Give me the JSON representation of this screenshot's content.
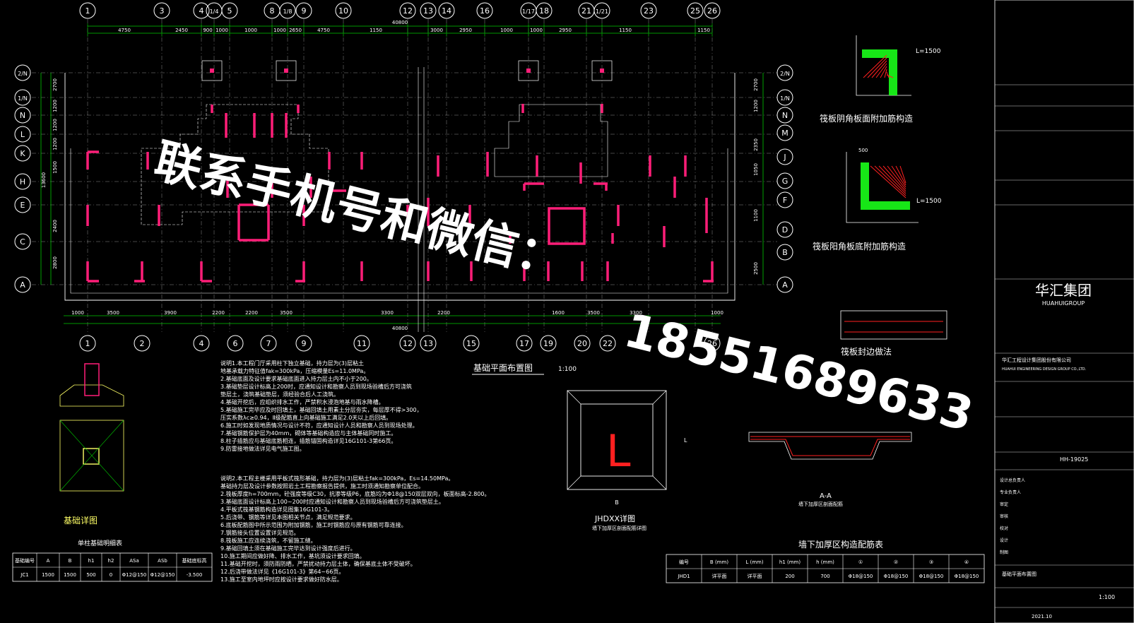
{
  "colors": {
    "background": "#000000",
    "grid_line": "#ffffff",
    "dimension": "#00c800",
    "column": "#ff1e78",
    "hatch_green": "#19ff19",
    "hatch_red": "#ff2020",
    "watermark": "#ffffff",
    "title_block": "#cfcfcf",
    "annotation": "#ffff66"
  },
  "top_axes": [
    "1",
    "3",
    "4",
    "1/4",
    "5",
    "8",
    "1/8",
    "9",
    "10",
    "12",
    "13",
    "14",
    "16",
    "1/17",
    "18",
    "21",
    "1/21",
    "23",
    "25",
    "26"
  ],
  "bottom_axes": [
    "1",
    "2",
    "4",
    "6",
    "7",
    "9",
    "11",
    "12",
    "13",
    "15",
    "17",
    "19",
    "20",
    "22",
    "26"
  ],
  "left_axes": [
    "2/N",
    "1/N",
    "N",
    "L",
    "K",
    "H",
    "E",
    "C",
    "A"
  ],
  "right_axes": [
    "2/N",
    "1/N",
    "N",
    "M",
    "J",
    "G",
    "F",
    "D",
    "B",
    "A"
  ],
  "top_dims": [
    "4750",
    "2450",
    "900",
    "1000",
    "1000",
    "1000",
    "2650",
    "4750",
    "1150",
    "3000",
    "2950",
    "1000",
    "1000",
    "2950",
    "1150",
    "1150"
  ],
  "top_total": "40800",
  "bottom_dims": [
    "1000",
    "3500",
    "3900",
    "2200",
    "2200",
    "3500",
    "3300",
    "2200",
    "1600",
    "3500",
    "3300",
    "1000"
  ],
  "bottom_total": "40800",
  "left_dims": [
    "2700",
    "1200",
    "1200",
    "1200",
    "1500",
    "2400",
    "2800"
  ],
  "left_total": "13600",
  "right_dims": [
    "2700",
    "1200",
    "2350",
    "1050",
    "1100",
    "2500"
  ],
  "main_plan_title": "基础平面布置图",
  "main_plan_scale": "1:100",
  "watermark_line1": "联系手机号和微信：",
  "watermark_phone": "18551689633",
  "detail_raft_neg": "筏板阴角板面附加筋构造",
  "detail_raft_pos": "筏板阳角板底附加筋构造",
  "detail_raft_seal": "筏板封边做法",
  "detail_L_label_1": "L=1500",
  "detail_L_label_2": "L=1500",
  "detail_dim_500": "500",
  "foundation_detail_title": "基础详图",
  "foundation_table_title": "单柱基础明细表",
  "foundation_table": {
    "headers": [
      "基础编号",
      "A",
      "B",
      "h1",
      "h2",
      "ASa",
      "ASb",
      "基础底标高"
    ],
    "rows": [
      [
        "JC1",
        "1500",
        "1500",
        "500",
        "0",
        "Φ12@150",
        "Φ12@150",
        "-3.500"
      ]
    ]
  },
  "notes_1_title": "说明1.",
  "notes_1": [
    "说明1.本工程门厅采用柱下独立基础，持力层为(3)层粘土",
    "地基承载力特征值fak=300kPa，压缩模量Es=11.0MPa。",
    "2.基础底面及设计要求基础底面进入持力层土内不小于200。",
    "3.基础垫层设计标高上200时，应通知设计和勘察人员到现场验槽后方可浇筑",
    "垫层土，浇筑基础垫层，须经验合后人工浇筑。",
    "4.基础开挖后，应组织排水工作，严禁积水浸泡地基与雨水降槽。",
    "5.基础施工完毕应及时回填土，基础回填土用素土分层夯实，每层厚不得>300，",
    "压实系数λc≥0.94，Ⅱ级配筋直上向基础施工满足2.0天以上后回填。",
    "6.施工时如发现地质情况与设计不符，应通知设计人员和勘察人员到现场处理。",
    "7.基础钢筋保护层为40mm，砌体等基础构造应与主体基础同时施工。",
    "8.柱子插筋应与基础底筋相连，插筋锚固构造详见16G101-3第66页。",
    "9.防雷接地做法详见电气施工图。"
  ],
  "notes_2_title": "说明2.",
  "notes_2": [
    "说明2.本工程主楼采用平板式筏形基础，持力层为(3)层粘土fak=300kPa，Es=14.50MPa。",
    "基础持力层及设计参数按照岩土工程勘察报告提供，施工时须通知勘察单位配合。",
    "2.筏板厚度h=700mm，砼强度等级C30，抗渗等级P6，底筋均为Φ18@150双层双向，板面标高-2.800。",
    "3.基础底面设计标高上100~200时应通知设计和勘察人员到现场验槽后方可浇筑垫层土。",
    "4.平板式筏基钢筋构造详见图集16G101-3。",
    "5.后浇带、钢筋等详见本图相关节点，满足规范要求。",
    "6.底板配筋图中所示范围为附加钢筋，施工时钢筋应与原有钢筋可靠连接。",
    "7.钢筋接头位置设置详见规范。",
    "8.筏板施工应连续浇筑，不留施工缝。",
    "9.基础回填土须在基础施工完毕达到设计强度后进行。",
    "10.施工期间应做好降、排水工作，基坑须设计要求回填。",
    "11.基础开挖时，须防雨防晒，严禁扰动持力层土体，确保基底土体不受破坏。",
    "12.后浇带做法详见《16G101-3》第64~66页。",
    "13.施工至室内地坪时应按设计要求做好防水层。"
  ],
  "jhd_title": "JHDXX详图",
  "jhd_subtitle": "墙下加厚区剖面配筋详图",
  "jhd_letter": "L",
  "jhd_dim_B": "B",
  "jhd_dim_L": "L",
  "section_label": "A-A",
  "section_subtitle": "墙下加厚区剖面配筋",
  "jhd_table_title": "墙下加厚区构造配筋表",
  "jhd_table": {
    "headers": [
      "编号",
      "B (mm)",
      "L (mm)",
      "h1 (mm)",
      "h (mm)",
      "①",
      "②",
      "③",
      "④"
    ],
    "rows": [
      [
        "JHD1",
        "详平面",
        "详平面",
        "200",
        "700",
        "Φ18@150",
        "Φ18@150",
        "Φ18@150",
        "Φ18@150"
      ]
    ]
  },
  "company_logo": "华汇集团",
  "company_logo_en": "HUAHUIGROUP",
  "company_name_cn": "华汇工程设计集团股份有限公司",
  "company_name_en": "HUAHUI ENGINEERING DESIGN GROUP CO.,LTD.",
  "drawing_no": "HH-19025",
  "scale": "1:100",
  "date": "2021.10",
  "sheet_title": "基础平面布置图",
  "title_rows": [
    "设计总负责人",
    "专业负责人",
    "审定",
    "审核",
    "校对",
    "设计",
    "制图"
  ]
}
